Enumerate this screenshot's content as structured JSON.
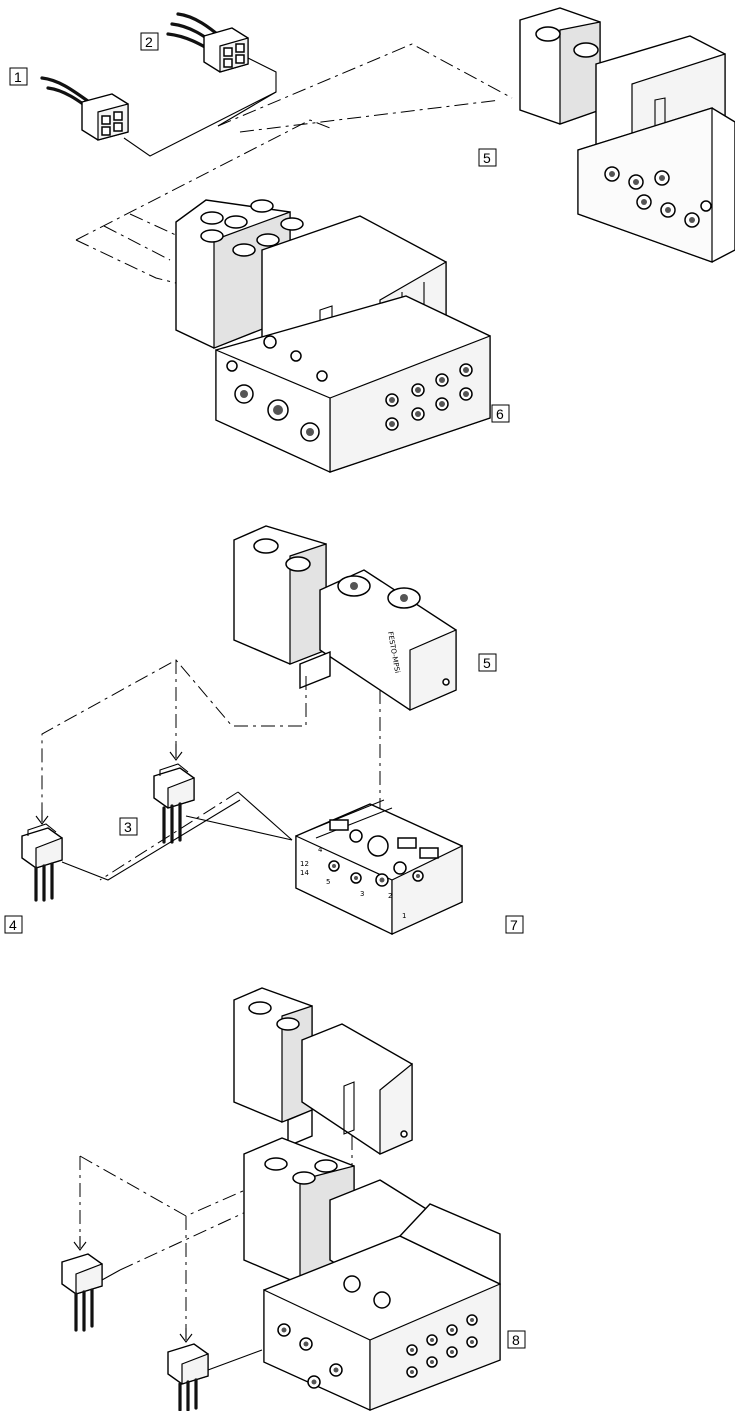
{
  "callouts": {
    "c1": "1",
    "c2": "2",
    "c3": "3",
    "c4": "4",
    "c5a": "5",
    "c5b": "5",
    "c6": "6",
    "c7": "7",
    "c8": "8"
  },
  "valve_label": "FESTO-MPSi",
  "port_marks": [
    "12",
    "14",
    "4",
    "5",
    "3",
    "2",
    "1"
  ]
}
